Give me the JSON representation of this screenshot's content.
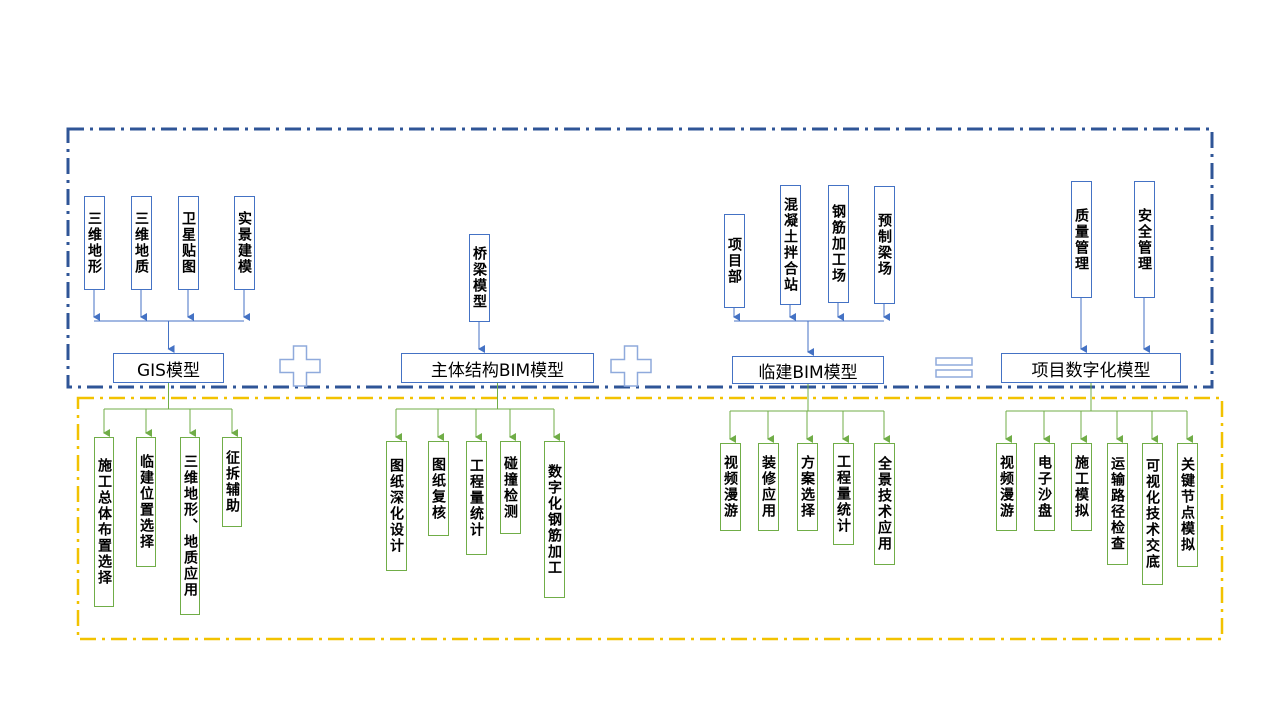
{
  "colors": {
    "top_frame": "#2f5597",
    "bottom_frame": "#f2c200",
    "blue_line": "#4472c4",
    "green_line": "#70ad47",
    "operator": "#8faadc"
  },
  "operators": [
    "plus",
    "plus",
    "equals"
  ],
  "groups": [
    {
      "main": "GIS模型",
      "inputs": [
        "三维地形",
        "三维地质",
        "卫星贴图",
        "实景建模"
      ],
      "outputs": [
        "施工总体布置选择",
        "临建位置选择",
        "三维地形、地质应用",
        "征拆辅助"
      ]
    },
    {
      "main": "主体结构BIM模型",
      "inputs": [
        "桥梁模型"
      ],
      "outputs": [
        "图纸深化设计",
        "图纸复核",
        "工程量统计",
        "碰撞检测",
        "数字化钢筋加工"
      ]
    },
    {
      "main": "临建BIM模型",
      "inputs": [
        "项目部",
        "混凝土拌合站",
        "钢筋加工场",
        "预制梁场"
      ],
      "outputs": [
        "视频漫游",
        "装修应用",
        "方案选择",
        "工程量统计",
        "全景技术应用"
      ]
    },
    {
      "main": "项目数字化模型",
      "inputs": [
        "质量管理",
        "安全管理"
      ],
      "outputs": [
        "视频漫游",
        "电子沙盘",
        "施工模拟",
        "运输路径检查",
        "可视化技术交底",
        "关键节点模拟"
      ]
    }
  ]
}
